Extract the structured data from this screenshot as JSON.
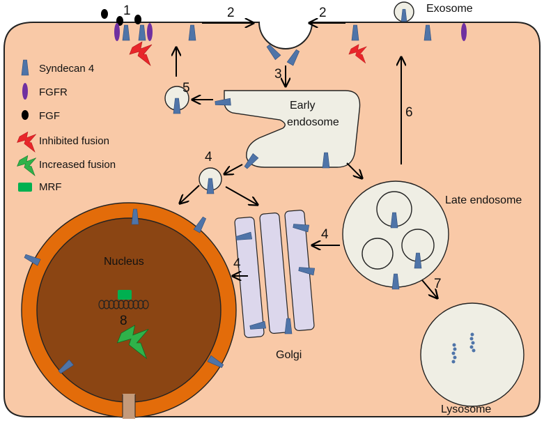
{
  "figure": {
    "steps": {
      "s1": "1",
      "s2a": "2",
      "s2b": "2",
      "s3": "3",
      "s4a": "4",
      "s4b": "4",
      "s4c": "4",
      "s5": "5",
      "s6": "6",
      "s7": "7",
      "s8": "8"
    },
    "labels": {
      "exosome": "Exosome",
      "early_endosome_1": "Early",
      "early_endosome_2": "endosome",
      "late_endosome": "Late endosome",
      "nucleus": "Nucleus",
      "golgi": "Golgi",
      "lysosome": "Lysosome"
    },
    "legend": [
      {
        "icon": "syndecan-icon",
        "label": "Syndecan 4"
      },
      {
        "icon": "fgfr-icon",
        "label": "FGFR"
      },
      {
        "icon": "fgf-icon",
        "label": "FGF"
      },
      {
        "icon": "inhibited-fusion-icon",
        "label": "Inhibited fusion"
      },
      {
        "icon": "increased-fusion-icon",
        "label": "Increased fusion"
      },
      {
        "icon": "mrf-icon",
        "label": "MRF"
      }
    ],
    "colors": {
      "cytoplasm": "#f9c9a7",
      "organelle": "#efeee4",
      "nuclear_envelope": "#e36c0a",
      "nucleus": "#8b4513",
      "golgi": "#dcd7ec",
      "syndecan": "#4f74a8",
      "fgfr": "#7030a0",
      "fgf": "#000000",
      "inhibited": "#e8262a",
      "increased": "#2fb24a",
      "mrf": "#00b050"
    }
  }
}
